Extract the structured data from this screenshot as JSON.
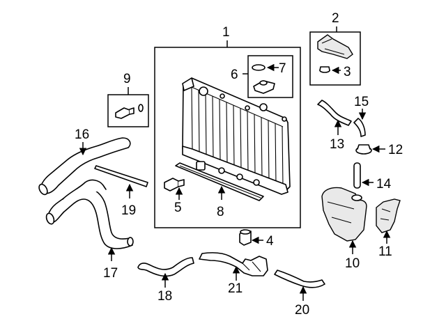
{
  "callouts": {
    "c1": "1",
    "c2": "2",
    "c3": "3",
    "c4": "4",
    "c5": "5",
    "c6": "6",
    "c7": "7",
    "c8": "8",
    "c9": "9",
    "c10": "10",
    "c11": "11",
    "c12": "12",
    "c13": "13",
    "c14": "14",
    "c15": "15",
    "c16": "16",
    "c17": "17",
    "c18": "18",
    "c19": "19",
    "c20": "20",
    "c21": "21"
  },
  "colors": {
    "line": "#000000",
    "background": "#ffffff"
  }
}
